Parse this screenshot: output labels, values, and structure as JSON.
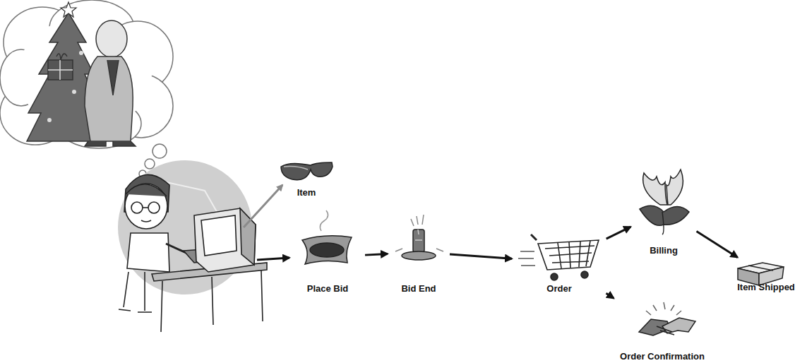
{
  "diagram": {
    "nodes": [
      {
        "text": [
          "Item"
        ]
      },
      {
        "text": [
          "Place Bid"
        ]
      },
      {
        "text": [
          "Bid End"
        ]
      },
      {
        "text": [
          "Order"
        ]
      },
      {
        "text": [
          "Billing"
        ]
      },
      {
        "text": [
          "Item Shipped"
        ]
      },
      {
        "text": [
          "Order Confirmation"
        ]
      }
    ],
    "edges": [
      {
        "from": 1,
        "to": 2,
        "arrow": "to"
      },
      {
        "from": 2,
        "to": 3,
        "arrow": "to"
      },
      {
        "from": 3,
        "to": 4,
        "arrow": "to"
      },
      {
        "from": 3,
        "to": 6,
        "arrow": "to"
      },
      {
        "from": 4,
        "to": 5,
        "arrow": "to"
      }
    ]
  }
}
